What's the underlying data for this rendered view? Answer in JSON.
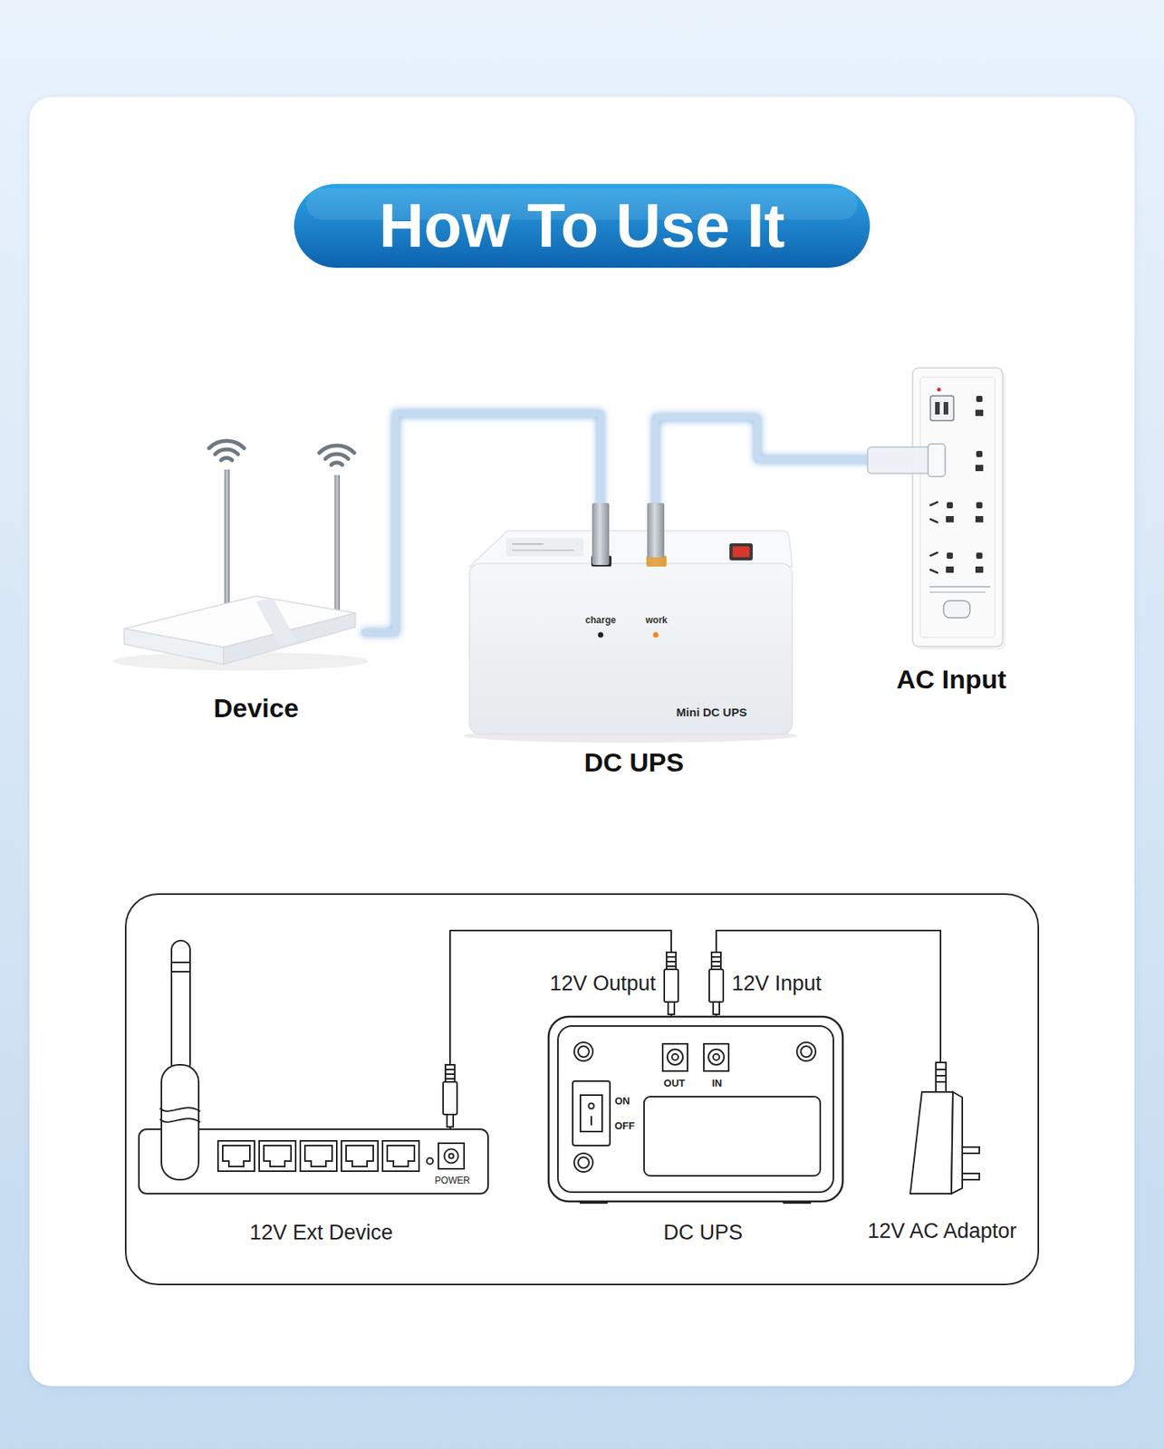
{
  "diagram": {
    "title": "How To Use It",
    "nodes": [
      {
        "text": [
          "Device"
        ]
      },
      {
        "text": [
          "charge",
          "work",
          "Mini DC UPS",
          "DC UPS"
        ]
      },
      {
        "text": [
          "AC Input"
        ]
      },
      {
        "text": [
          "POWER",
          "12V Ext Device"
        ]
      },
      {
        "text": [
          "OUT",
          "IN",
          "ON",
          "OFF",
          "DC UPS"
        ]
      },
      {
        "text": [
          "12V AC Adaptor"
        ]
      }
    ],
    "edges": [
      {
        "from": 0,
        "to": 1,
        "arrow": "none"
      },
      {
        "from": 1,
        "to": 2,
        "arrow": "none"
      },
      {
        "from": 4,
        "to": 3,
        "label": "12V Output",
        "arrow": "none"
      },
      {
        "from": 5,
        "to": 4,
        "label": "12V Input",
        "arrow": "none"
      }
    ]
  }
}
